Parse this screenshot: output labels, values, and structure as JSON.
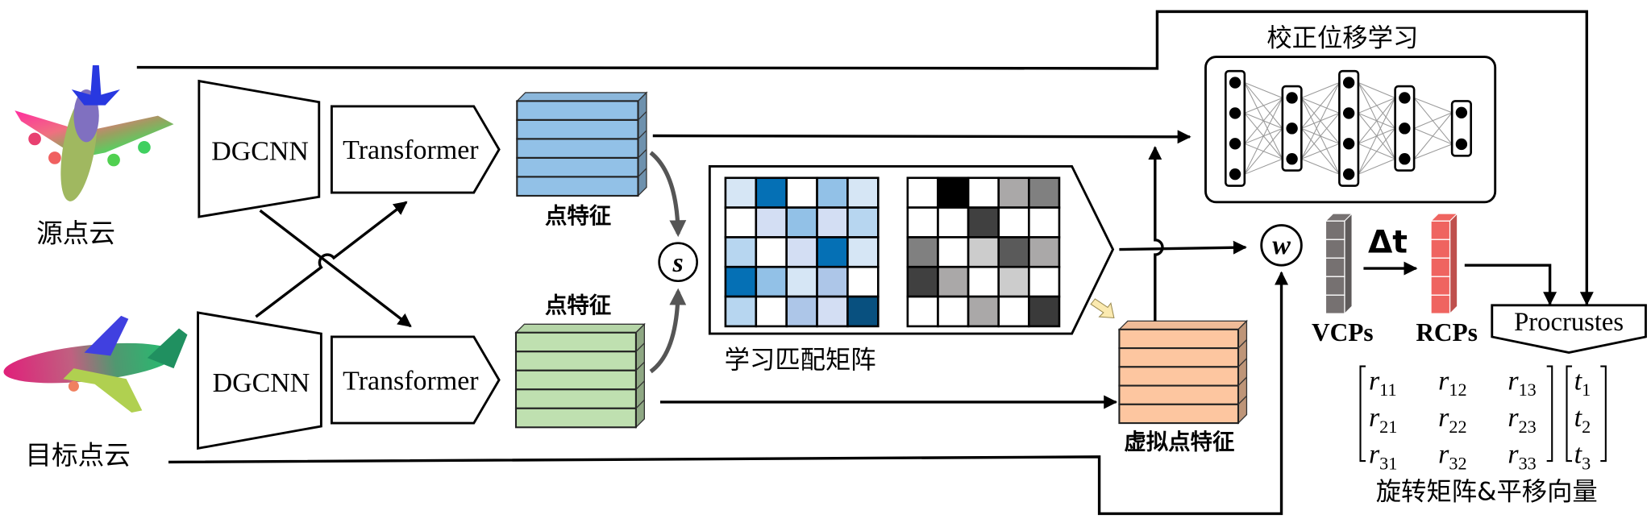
{
  "labels": {
    "source_cloud": "源点云",
    "target_cloud": "目标点云",
    "dgcnn": "DGCNN",
    "transformer": "Transformer",
    "point_features": "点特征",
    "matching_matrix": "学习匹配矩阵",
    "virtual_point_features": "虚拟点特征",
    "correction_learning": "校正位移学习",
    "similarity_symbol": "s",
    "weight_symbol": "w",
    "delta_t": "Δt",
    "vcps": "VCPs",
    "rcps": "RCPs",
    "procrustes": "Procrustes",
    "output_label": "旋转矩阵&平移向量"
  },
  "rotation_matrix": [
    [
      {
        "v": "r",
        "s": "11"
      },
      {
        "v": "r",
        "s": "12"
      },
      {
        "v": "r",
        "s": "13"
      }
    ],
    [
      {
        "v": "r",
        "s": "21"
      },
      {
        "v": "r",
        "s": "22"
      },
      {
        "v": "r",
        "s": "23"
      }
    ],
    [
      {
        "v": "r",
        "s": "31"
      },
      {
        "v": "r",
        "s": "32"
      },
      {
        "v": "r",
        "s": "33"
      }
    ]
  ],
  "translation_vector": [
    {
      "v": "t",
      "s": "1"
    },
    {
      "v": "t",
      "s": "2"
    },
    {
      "v": "t",
      "s": "3"
    }
  ],
  "colors": {
    "source_features": "#92c1e7",
    "target_features": "#bfe0b0",
    "virtual_features": "#fdc6a0",
    "vcps": "#767171",
    "rcps": "#ef6460"
  },
  "match_matrix_blue": [
    [
      "#d6e6f5",
      "#0570b5",
      "#ffffff",
      "#92c1e7",
      "#d6e6f5"
    ],
    [
      "#ffffff",
      "#d3def3",
      "#92c1e7",
      "#d3def3",
      "#b7d6f0"
    ],
    [
      "#b7d6f0",
      "#ffffff",
      "#d3def3",
      "#0570b5",
      "#d6e6f5"
    ],
    [
      "#0570b5",
      "#92c1e7",
      "#d6e6f5",
      "#adc6e8",
      "#ffffff"
    ],
    [
      "#b7d6f0",
      "#ffffff",
      "#adc6e8",
      "#d3def3",
      "#08507f"
    ]
  ],
  "match_matrix_gray": [
    [
      "#ffffff",
      "#000000",
      "#ffffff",
      "#aaa8a8",
      "#808080"
    ],
    [
      "#ffffff",
      "#ffffff",
      "#404040",
      "#ffffff",
      "#ffffff"
    ],
    [
      "#808080",
      "#ffffff",
      "#cccccc",
      "#5a5a5a",
      "#aaa8a8"
    ],
    [
      "#404040",
      "#aaa8a8",
      "#ffffff",
      "#cccccc",
      "#ffffff"
    ],
    [
      "#ffffff",
      "#ffffff",
      "#aaa8a8",
      "#ffffff",
      "#3a3a3a"
    ]
  ],
  "mlp_layers": [
    4,
    3,
    4,
    3,
    2
  ]
}
